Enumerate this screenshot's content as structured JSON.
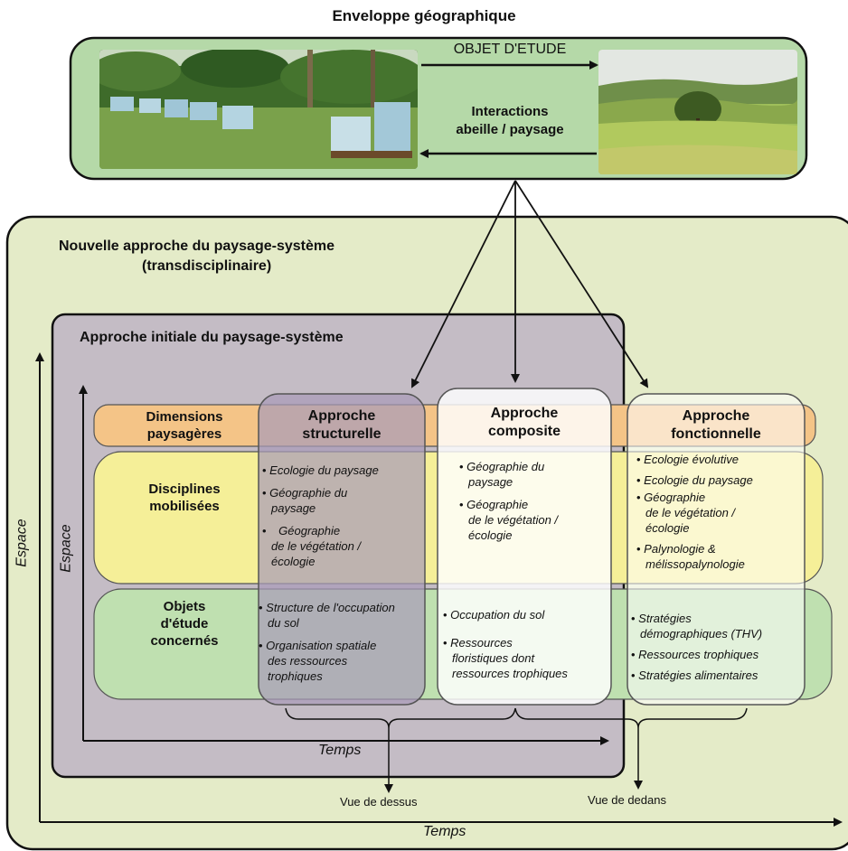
{
  "header": {
    "title": "Enveloppe géographique",
    "objet": "OBJET D'ETUDE",
    "interactions_line1": "Interactions",
    "interactions_line2": "abeille / paysage"
  },
  "system": {
    "new_title_line1": "Nouvelle approche du paysage-système",
    "new_title_line2": "(transdisciplinaire)",
    "initial_title": "Approche initiale du paysage-système"
  },
  "rows": {
    "dimensions_l1": "Dimensions",
    "dimensions_l2": "paysagères",
    "disciplines_l1": "Disciplines",
    "disciplines_l2": "mobilisées",
    "objets_l1": "Objets",
    "objets_l2": "d'étude",
    "objets_l3": "concernés"
  },
  "columns": {
    "structurelle": {
      "head_l1": "Approche",
      "head_l2": "structurelle",
      "disciplines": [
        "Ecologie du paysage",
        "Géographie du",
        "paysage",
        "Géographie",
        "de le végétation /",
        "écologie"
      ],
      "objets": [
        "Structure de l'occupation",
        "du sol",
        "Organisation spatiale",
        "des ressources",
        "trophiques"
      ]
    },
    "composite": {
      "head_l1": "Approche",
      "head_l2": "composite",
      "disciplines": [
        "Géographie du",
        "paysage",
        "Géographie",
        "de le végétation /",
        "écologie"
      ],
      "objets": [
        "Occupation du sol",
        "Ressources",
        "floristiques dont",
        "ressources trophiques"
      ]
    },
    "fonctionnelle": {
      "head_l1": "Approche",
      "head_l2": "fonctionnelle",
      "disciplines": [
        "Ecologie évolutive",
        "Ecologie du paysage",
        "Géographie",
        "de le végétation /",
        "écologie",
        "Palynologie &",
        "mélissopalynologie"
      ],
      "objets": [
        "Stratégies",
        "démographiques (THV)",
        "Ressources trophiques",
        "Stratégies alimentaires"
      ]
    }
  },
  "axes": {
    "espace_outer": "Espace",
    "espace_inner": "Espace",
    "temps_inner": "Temps",
    "temps_outer": "Temps",
    "vue_dessus": "Vue de dessus",
    "vue_dedans": "Vue de dedans"
  },
  "icons": {
    "left_photo": "apiary-photo",
    "right_photo": "landscape-photo"
  },
  "colors": {
    "envelope_green": "#b5d9a8",
    "outer_bg": "#e4ebc8",
    "initial_bg": "#c4bcc5",
    "dimensions_band": "#f4c487",
    "disciplines_band": "#f5ef98",
    "objets_band": "#bfe0b0"
  }
}
